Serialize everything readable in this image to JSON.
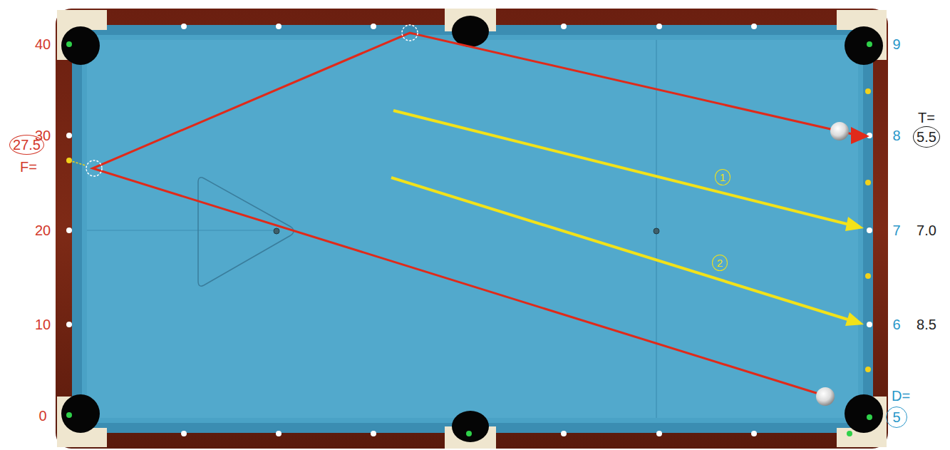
{
  "diagram": {
    "nodes": [
      {
        "text": [
          "5.5"
        ]
      },
      {
        "text": [
          "27.5"
        ]
      },
      {
        "text": [
          "1"
        ]
      },
      {
        "text": [
          "2"
        ]
      },
      {
        "text": [
          "5"
        ]
      }
    ],
    "labels": [
      "40",
      "9",
      "T=",
      "30",
      "8",
      "F=",
      "20",
      "7",
      "7.0",
      "10",
      "6",
      "8.5",
      "D=",
      "0"
    ]
  }
}
